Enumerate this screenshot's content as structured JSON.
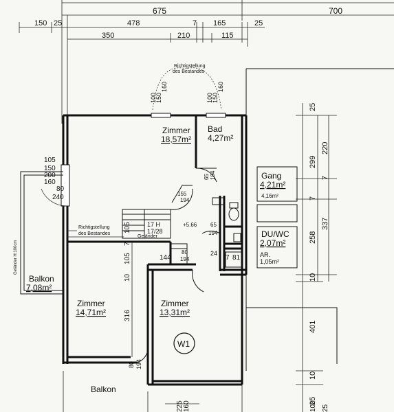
{
  "top_dimensions": {
    "row1": [
      "675",
      "700"
    ],
    "row2": [
      "150",
      "25",
      "478",
      "7",
      "165",
      "25"
    ],
    "row3": [
      "350",
      "210",
      "115"
    ]
  },
  "right_dimensions": [
    "25",
    "220",
    "299",
    "7",
    "7",
    "337",
    "258",
    "10",
    "401",
    "10",
    "25"
  ],
  "bottom_dimensions": [
    "225",
    "160",
    "100",
    "25"
  ],
  "annotations": {
    "richtung_top": [
      "Richtigstellung",
      "des Bestandes"
    ],
    "richtung_mid": [
      "Richtigstellung",
      "des Bestandes"
    ],
    "gelaender_left": "Geländer H:100cm",
    "gelaender_mid": "Geländer",
    "stairs": "17 H",
    "stairs_ratio": "17/28",
    "level": "+5.66",
    "window_sizes": [
      "100",
      "150",
      "160",
      "100",
      "150",
      "160"
    ],
    "door_bad": [
      "65",
      "194"
    ],
    "door_gang": [
      "65",
      "194"
    ],
    "left_wall_dims": [
      "105",
      "150",
      "200",
      "160",
      "80",
      "240"
    ],
    "door_center": [
      "80",
      "194"
    ],
    "small_dims": [
      "144",
      "7",
      "81",
      "105",
      "105",
      "7",
      "10",
      "316",
      "80",
      "194"
    ],
    "dims_small": [
      "155",
      "194"
    ],
    "wall_label_24": "24"
  },
  "rooms": [
    {
      "id": "zimmer-top",
      "name": "Zimmer",
      "area": "18,57m²"
    },
    {
      "id": "bad",
      "name": "Bad",
      "area": "4,27m²"
    },
    {
      "id": "gang",
      "name": "Gang",
      "area": "4,21m²",
      "extra": "4,16m²"
    },
    {
      "id": "duwc",
      "name": "DU/WC",
      "area": "2,07m²",
      "extra_label": "AR.",
      "extra": "1,05m²"
    },
    {
      "id": "balkon-left",
      "name": "Balkon",
      "area": "7,08m²"
    },
    {
      "id": "zimmer-left",
      "name": "Zimmer",
      "area": "14,71m²"
    },
    {
      "id": "zimmer-right",
      "name": "Zimmer",
      "area": "13,31m²"
    },
    {
      "id": "balkon-bottom",
      "name": "Balkon",
      "area": ""
    }
  ],
  "marker": "W1",
  "colors": {
    "ink": "#111111",
    "paper": "#f7f7f4"
  }
}
